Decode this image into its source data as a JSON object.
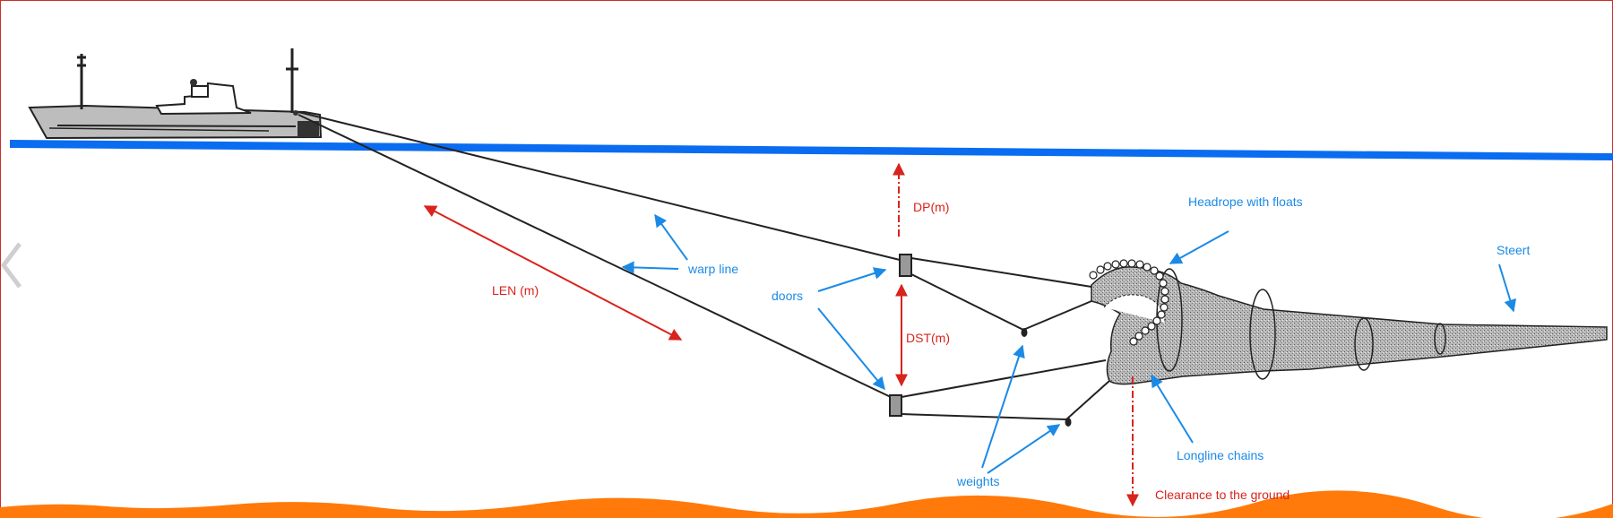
{
  "labels": {
    "dp": "DP(m)",
    "dst": "DST(m)",
    "len": "LEN (m)",
    "warp_line": "warp line",
    "doors": "doors",
    "weights": "weights",
    "headrope": "Headrope with floats",
    "steert": "Steert",
    "longline_chains": "Longline chains",
    "clearance": "Clearance to the ground"
  },
  "colors": {
    "sea_surface": "#0a6cf0",
    "seabed": "#ff7a0a",
    "label_blue": "#1b8ae6",
    "label_red": "#d9231d"
  }
}
